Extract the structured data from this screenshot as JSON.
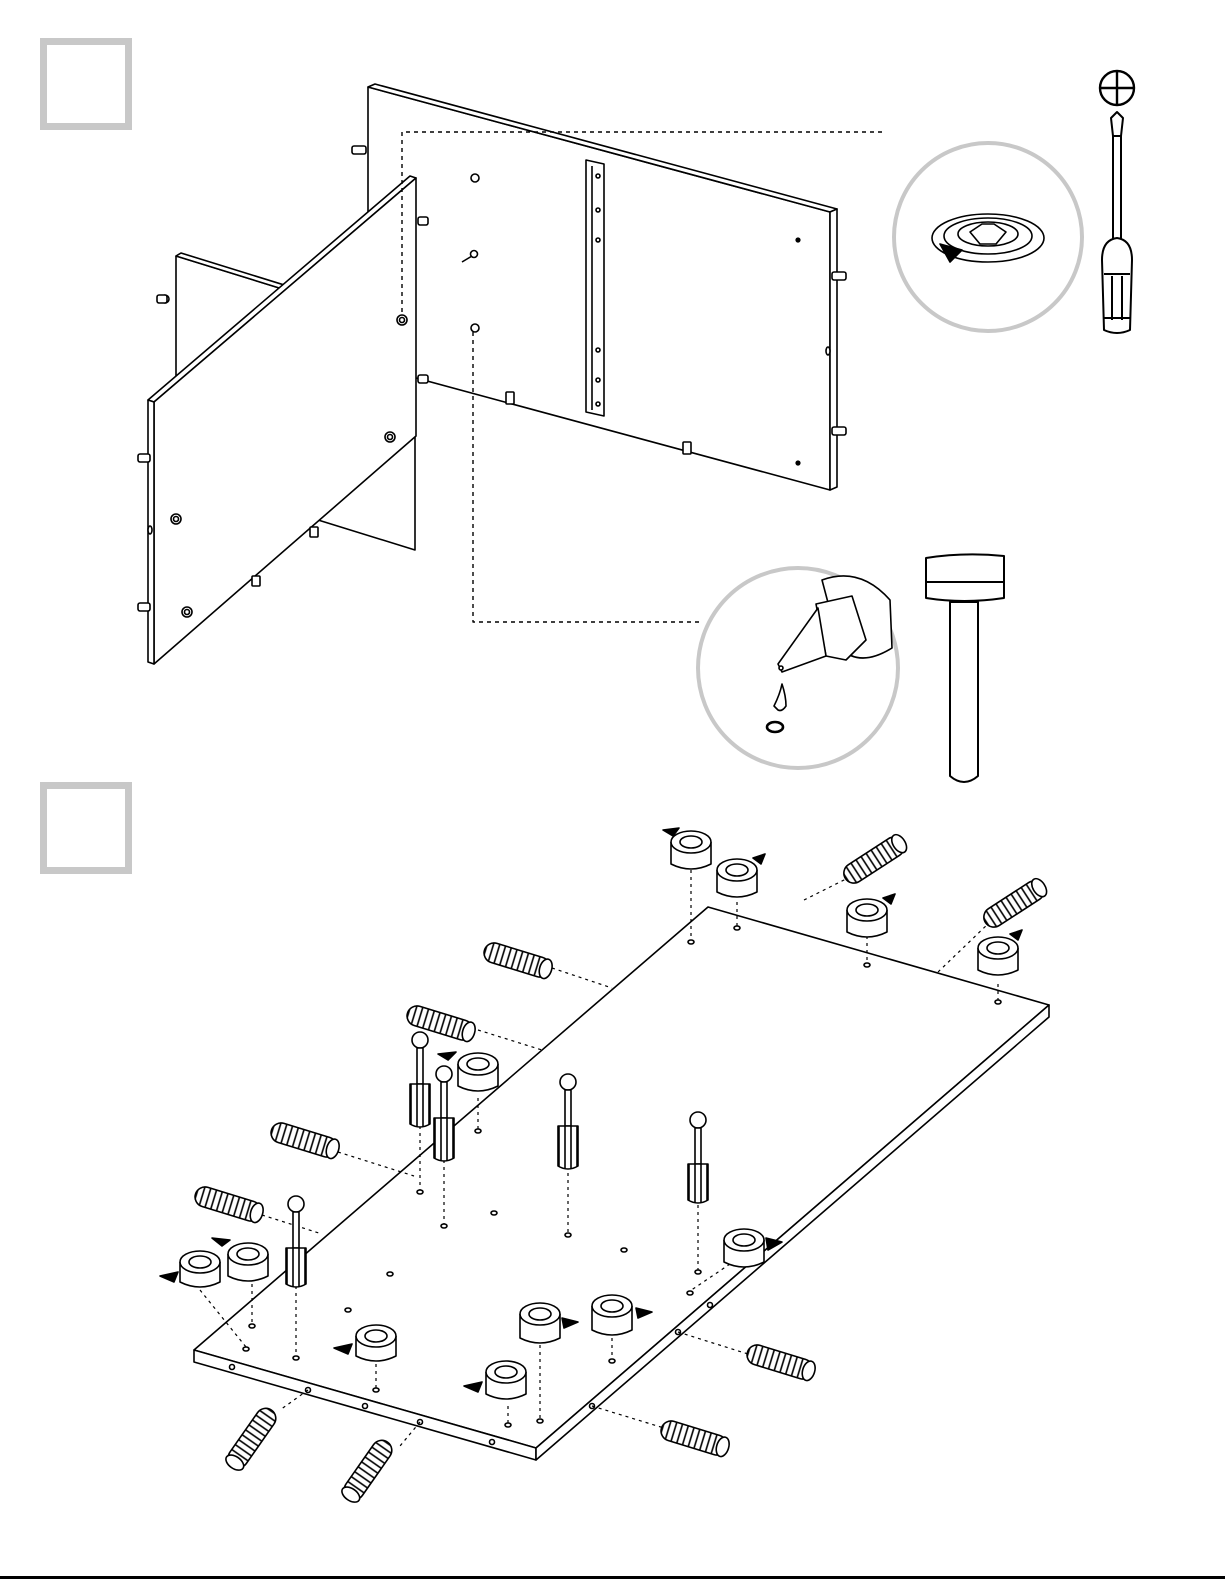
{
  "page": {
    "type": "assembly-instructions",
    "steps": [
      {
        "step_number_box": "",
        "tools": [
          "phillips-screwdriver",
          "rubber-mallet",
          "glue-bottle"
        ]
      },
      {
        "step_number_box": "",
        "hardware": [
          "wooden-dowel",
          "cam-lock",
          "cam-bolt"
        ]
      }
    ],
    "icons": {
      "phillips_symbol": "phillips-head-symbol-icon",
      "screwdriver": "screwdriver-icon",
      "mallet": "mallet-icon",
      "glue": "glue-bottle-icon",
      "cam_detail": "cam-lock-detail-icon"
    },
    "colors": {
      "outline": "#000000",
      "callout_ring": "#c8c8c8",
      "step_box": "#c8c8c8",
      "panel_fill": "#ffffff"
    }
  }
}
